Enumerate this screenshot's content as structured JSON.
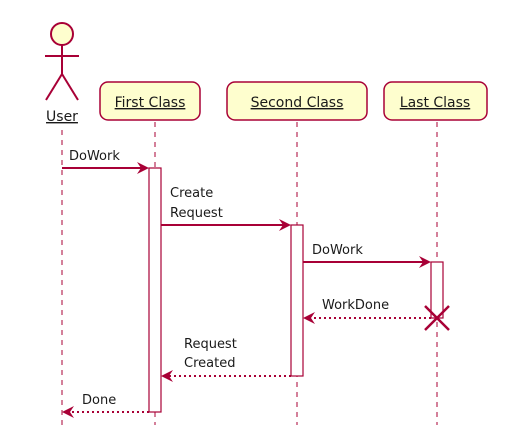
{
  "colors": {
    "accent": "#A80036",
    "box_fill": "#FEFECE",
    "lifeline": "#A80036",
    "text": "#1a1a1a"
  },
  "participants": [
    {
      "id": "user",
      "kind": "actor",
      "label": "User"
    },
    {
      "id": "first",
      "kind": "box",
      "label": "First Class"
    },
    {
      "id": "second",
      "kind": "box",
      "label": "Second Class"
    },
    {
      "id": "last",
      "kind": "box",
      "label": "Last Class"
    }
  ],
  "messages": [
    {
      "from": "user",
      "to": "first",
      "style": "solid",
      "lines": [
        "DoWork"
      ]
    },
    {
      "from": "first",
      "to": "second",
      "style": "solid",
      "lines": [
        "Create",
        "Request"
      ]
    },
    {
      "from": "second",
      "to": "last",
      "style": "solid",
      "lines": [
        "DoWork"
      ]
    },
    {
      "from": "last",
      "to": "second",
      "style": "dotted",
      "lines": [
        "WorkDone"
      ]
    },
    {
      "from": "second",
      "to": "first",
      "style": "dotted",
      "lines": [
        "Request",
        "Created"
      ]
    },
    {
      "from": "first",
      "to": "user",
      "style": "dotted",
      "lines": [
        "Done"
      ]
    }
  ],
  "destroyed": [
    "last"
  ]
}
